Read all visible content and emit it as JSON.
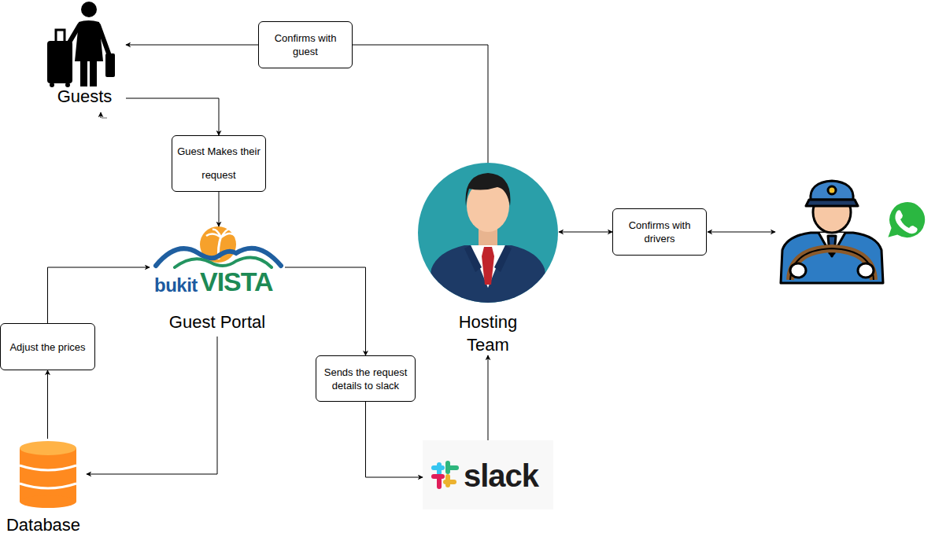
{
  "diagram": {
    "nodes": [
      {
        "text": [
          "Guests"
        ]
      },
      {
        "text": [
          "Confirms with guest"
        ]
      },
      {
        "text": [
          "Guest Makes their request"
        ]
      },
      {
        "text": [
          "Confirms with drivers"
        ]
      },
      {
        "text": [
          "bukit",
          "VISTA",
          "Guest Portal"
        ]
      },
      {
        "text": [
          "Hosting Team"
        ]
      },
      {
        "text": [
          "Adjust the prices"
        ]
      },
      {
        "text": [
          "Sends the request details to slack"
        ]
      },
      {
        "text": [
          "Database"
        ]
      },
      {
        "text": [
          "slack"
        ]
      }
    ],
    "edges": [
      {
        "from": 0,
        "to": 2,
        "arrow": "to"
      },
      {
        "from": 2,
        "to": 4,
        "arrow": "to"
      },
      {
        "from": 4,
        "to": 7,
        "arrow": "to"
      },
      {
        "from": 7,
        "to": 9,
        "arrow": "to"
      },
      {
        "from": 9,
        "to": 5,
        "arrow": "to"
      },
      {
        "from": 5,
        "to": 1,
        "arrow": "none"
      },
      {
        "from": 1,
        "to": 0,
        "arrow": "to"
      },
      {
        "from": 5,
        "to": 3,
        "arrow": "both"
      },
      {
        "from": 4,
        "to": 8,
        "arrow": "to"
      },
      {
        "from": 8,
        "to": 6,
        "arrow": "to"
      },
      {
        "from": 6,
        "to": 4,
        "arrow": "to"
      }
    ]
  }
}
